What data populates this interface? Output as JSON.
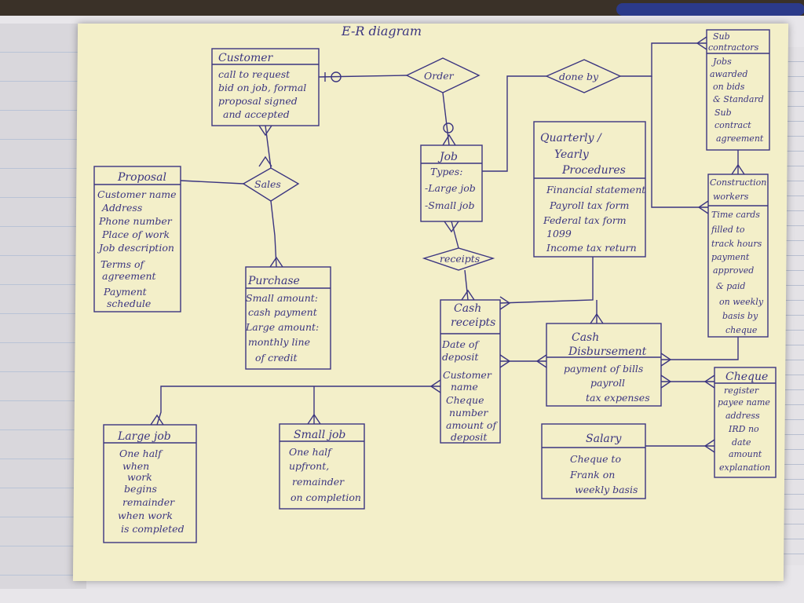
{
  "title": "E-R diagram",
  "entities": {
    "customer": {
      "name": "Customer",
      "lines": [
        "call to request",
        "bid on job, formal",
        "proposal signed",
        "and accepted"
      ]
    },
    "proposal": {
      "name": "Proposal",
      "lines": [
        "Customer name",
        "Address",
        "Phone number",
        "Place of work",
        "Job description",
        "Terms of",
        "agreement",
        "Payment",
        "schedule"
      ]
    },
    "purchase": {
      "name": "Purchase",
      "lines": [
        "Small amount:",
        "cash payment",
        "Large amount:",
        "monthly line",
        "of credit"
      ]
    },
    "job": {
      "name": "Job",
      "lines": [
        "Types:",
        "-Large job",
        "-Small job"
      ]
    },
    "quarterly": {
      "name": "Quarterly / Yearly Procedures",
      "lines": [
        "Financial statement",
        "Payroll tax form",
        "Federal tax form",
        "1099",
        "Income tax return"
      ]
    },
    "subcontractors": {
      "name": "Sub contractors",
      "lines": [
        "Jobs",
        "awarded",
        "on bids",
        "& Standard",
        "Sub",
        "contract",
        "agreement"
      ]
    },
    "construction": {
      "name": "Construction workers",
      "lines": [
        "Time cards",
        "filled to",
        "track hours",
        "payment",
        "approved",
        "& paid",
        "on weekly",
        "basis by",
        "cheque"
      ]
    },
    "cash_receipts": {
      "name": "Cash receipts",
      "lines": [
        "Date of",
        "deposit",
        "Customer",
        "name",
        "Cheque",
        "number",
        "amount of",
        "deposit"
      ]
    },
    "cash_disbursement": {
      "name": "Cash Disbursement",
      "lines": [
        "payment of bills",
        "payroll",
        "tax expenses"
      ]
    },
    "cheque": {
      "name": "Cheque",
      "lines": [
        "register",
        "payee name",
        "address",
        "IRD no",
        "date",
        "amount",
        "explanation"
      ]
    },
    "salary": {
      "name": "Salary",
      "lines": [
        "Cheque to",
        "Frank on",
        "weekly basis"
      ]
    },
    "large_job": {
      "name": "Large job",
      "lines": [
        "One half",
        "when",
        "work",
        "begins",
        "remainder",
        "when work",
        "is completed"
      ]
    },
    "small_job": {
      "name": "Small job",
      "lines": [
        "One half",
        "upfront,",
        "remainder",
        "on completion"
      ]
    }
  },
  "relationships": {
    "order": "Order",
    "done_by": "done by",
    "sales": "Sales",
    "receipts": "receipts"
  }
}
